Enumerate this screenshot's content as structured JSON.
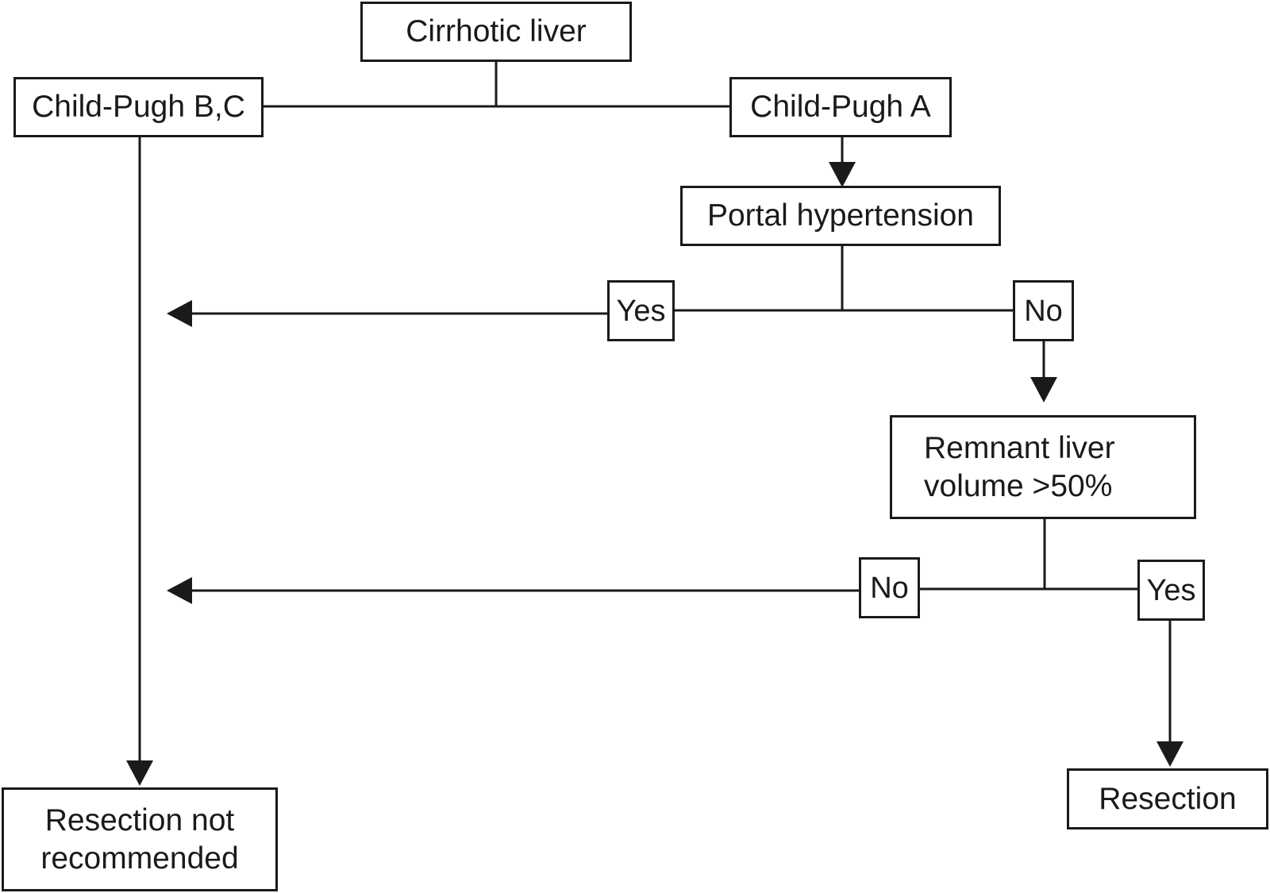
{
  "nodes": {
    "cirrhotic_liver": "Cirrhotic liver",
    "child_pugh_bc": "Child-Pugh B,C",
    "child_pugh_a": "Child-Pugh A",
    "portal_hypertension": "Portal hypertension",
    "portal_yes": "Yes",
    "portal_no": "No",
    "remnant_liver_volume": "Remnant liver\nvolume >50%",
    "remnant_no": "No",
    "remnant_yes": "Yes",
    "resection": "Resection",
    "resection_not_recommended": "Resection not\nrecommended"
  },
  "edges": [
    {
      "from": "cirrhotic_liver",
      "to": "child_pugh_bc"
    },
    {
      "from": "cirrhotic_liver",
      "to": "child_pugh_a"
    },
    {
      "from": "child_pugh_a",
      "to": "portal_hypertension",
      "arrow": true
    },
    {
      "from": "portal_hypertension",
      "to": "portal_yes"
    },
    {
      "from": "portal_hypertension",
      "to": "portal_no"
    },
    {
      "from": "portal_yes",
      "to": "resection_not_recommended",
      "arrow": true
    },
    {
      "from": "portal_no",
      "to": "remnant_liver_volume",
      "arrow": true
    },
    {
      "from": "remnant_liver_volume",
      "to": "remnant_no"
    },
    {
      "from": "remnant_liver_volume",
      "to": "remnant_yes"
    },
    {
      "from": "remnant_no",
      "to": "resection_not_recommended",
      "arrow": true
    },
    {
      "from": "remnant_yes",
      "to": "resection",
      "arrow": true
    },
    {
      "from": "child_pugh_bc",
      "to": "resection_not_recommended",
      "arrow": true
    }
  ],
  "colors": {
    "stroke": "#1a1a1a",
    "background": "#ffffff"
  }
}
